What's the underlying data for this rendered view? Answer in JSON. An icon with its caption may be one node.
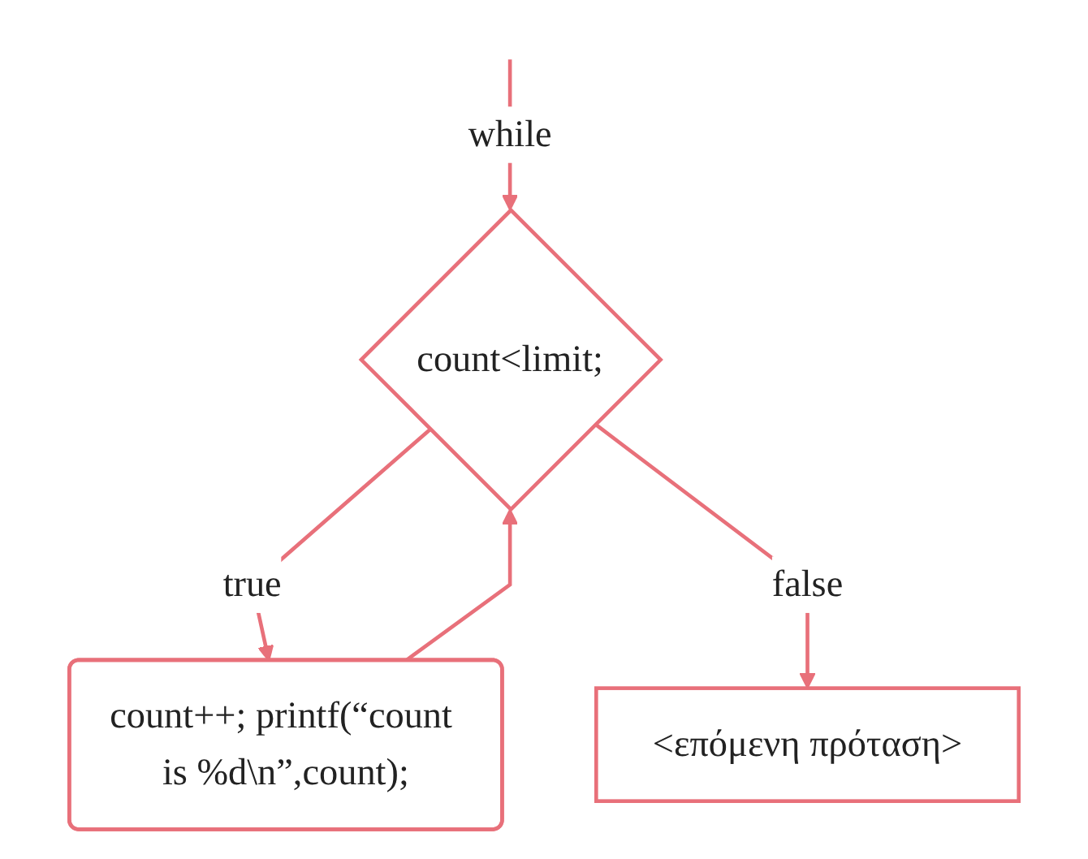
{
  "diagram": {
    "nodes": [
      {
        "text": [
          "count<limit;"
        ]
      },
      {
        "text": [
          "count++; printf(“count is %d\\n”,count);"
        ]
      },
      {
        "text": [
          "<επόμενη πρόταση>"
        ]
      }
    ],
    "edges": [
      {
        "from": null,
        "to": 0,
        "arrow": "to",
        "label": "while"
      },
      {
        "from": 0,
        "to": 1,
        "arrow": "to",
        "label": "true"
      },
      {
        "from": 0,
        "to": 2,
        "arrow": "to",
        "label": "false"
      },
      {
        "from": 1,
        "to": 0,
        "arrow": "to"
      }
    ]
  }
}
